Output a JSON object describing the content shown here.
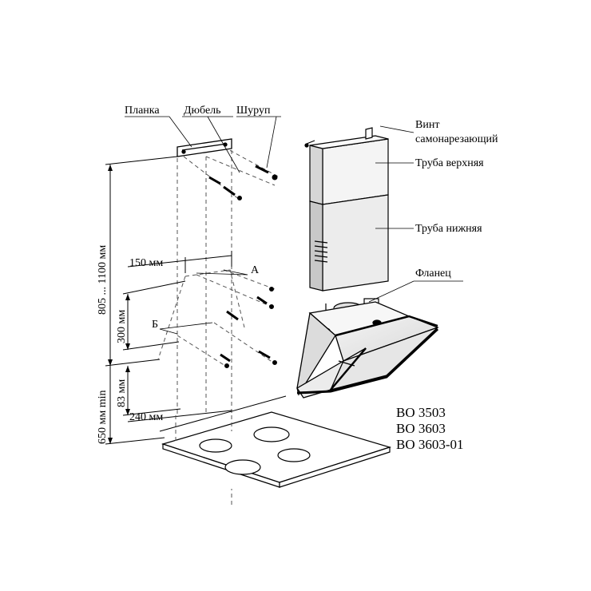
{
  "labels": {
    "planka": "Планка",
    "dyubel": "Дюбель",
    "shurup": "Шуруп",
    "vint_line1": "Винт",
    "vint_line2": "самонарезающий",
    "truba_verkhnyaya": "Труба верхняя",
    "truba_nizhnyaya": "Труба нижняя",
    "flanets": "Фланец",
    "point_a": "А",
    "point_b": "Б"
  },
  "dimensions": {
    "dim_150": "150 мм",
    "dim_240": "240 мм",
    "dim_805_1100": "805 ... 1100 мм",
    "dim_300": "300 мм",
    "dim_83": "83 мм",
    "dim_650": "650 мм min"
  },
  "models": [
    "ВО 3503",
    "ВО 3603",
    "ВО 3603-01"
  ]
}
